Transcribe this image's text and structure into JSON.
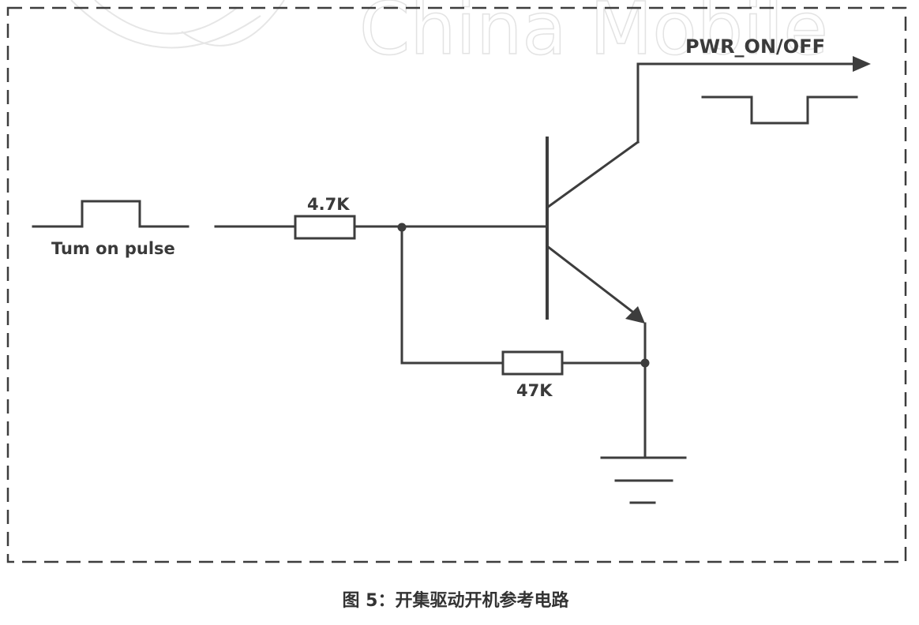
{
  "watermark": {
    "text": "China Mobile"
  },
  "labels": {
    "output_signal": "PWR_ON/OFF",
    "input_signal": "Tum on pulse",
    "series_resistor": "4.7K",
    "pulldown_resistor": "47K"
  },
  "caption": {
    "text": "图 5：开集驱动开机参考电路"
  },
  "colors": {
    "line": "#3d3d3d",
    "text": "#3a3a3a",
    "watermark": "#e3e3e3"
  }
}
